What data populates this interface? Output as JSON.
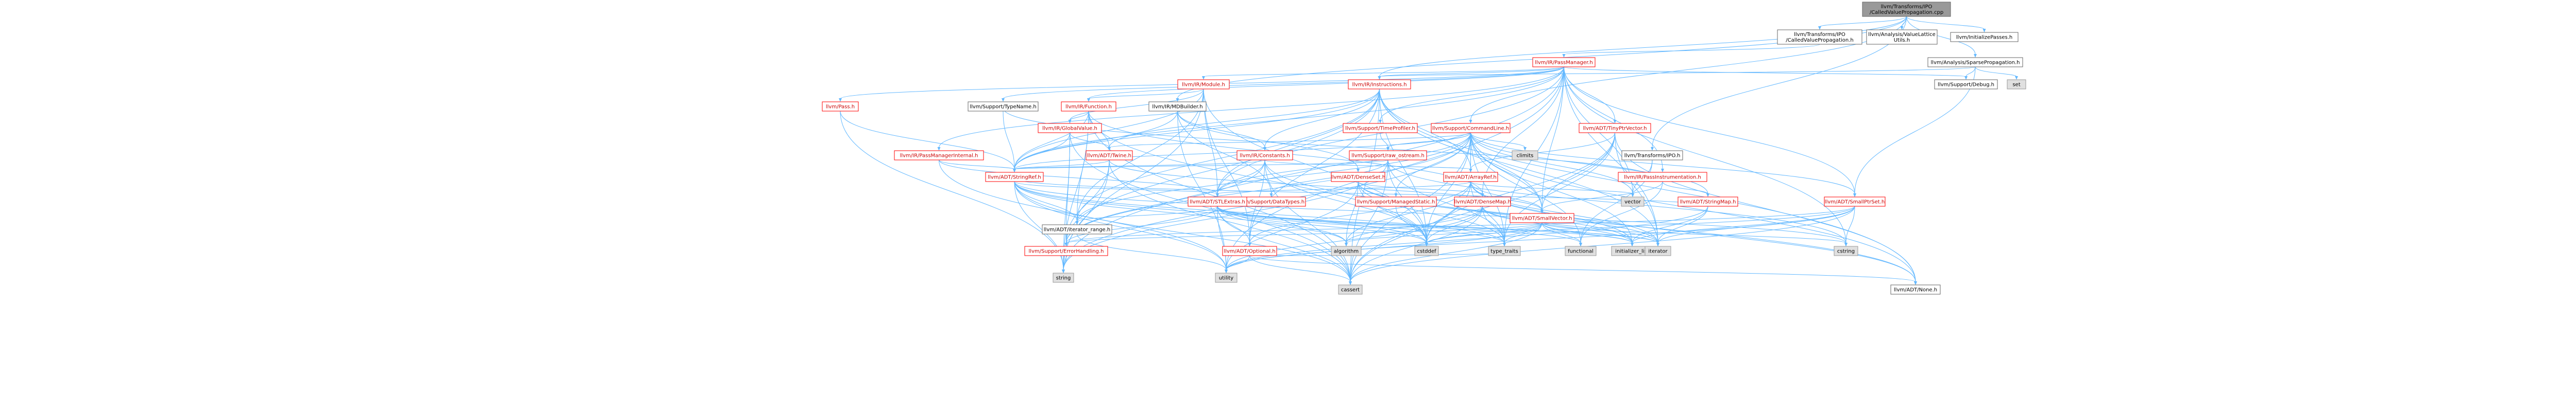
{
  "colors": {
    "root_fill": "#999999",
    "root_text": "#000000",
    "internal_border": "#ff0000",
    "internal_text": "#cc0000",
    "plain_border": "#666666",
    "plain_text": "#000000",
    "system_fill": "#e0e0e0",
    "system_border": "#999999",
    "edge": "#63b8ff",
    "edge_alt": "#4a5c7a"
  },
  "nodes": [
    {
      "id": "root",
      "label": [
        "llvm/Transforms/IPO",
        "/CalledValuePropagation.cpp"
      ],
      "kind": "root"
    },
    {
      "id": "cvph",
      "label": [
        "llvm/Transforms/IPO",
        "/CalledValuePropagation.h"
      ],
      "kind": "plain"
    },
    {
      "id": "valuelattice",
      "label": [
        "llvm/Analysis/ValueLattice",
        "Utils.h"
      ],
      "kind": "plain"
    },
    {
      "id": "initpasses",
      "label": [
        "llvm/InitializePasses.h"
      ],
      "kind": "plain"
    },
    {
      "id": "sparseprop",
      "label": [
        "llvm/Analysis/SparsePropagation.h"
      ],
      "kind": "plain"
    },
    {
      "id": "passmanager",
      "label": [
        "llvm/IR/PassManager.h"
      ],
      "kind": "internal"
    },
    {
      "id": "module",
      "label": [
        "llvm/IR/Module.h"
      ],
      "kind": "internal"
    },
    {
      "id": "instructions",
      "label": [
        "llvm/IR/Instructions.h"
      ],
      "kind": "internal"
    },
    {
      "id": "debug",
      "label": [
        "llvm/Support/Debug.h"
      ],
      "kind": "plain"
    },
    {
      "id": "set",
      "label": [
        "set"
      ],
      "kind": "system"
    },
    {
      "id": "pass",
      "label": [
        "llvm/Pass.h"
      ],
      "kind": "internal"
    },
    {
      "id": "typename",
      "label": [
        "llvm/Support/TypeName.h"
      ],
      "kind": "plain"
    },
    {
      "id": "function",
      "label": [
        "llvm/IR/Function.h"
      ],
      "kind": "internal"
    },
    {
      "id": "mdbuilder",
      "label": [
        "llvm/IR/MDBuilder.h"
      ],
      "kind": "plain"
    },
    {
      "id": "globalvalue",
      "label": [
        "llvm/IR/GlobalValue.h"
      ],
      "kind": "internal"
    },
    {
      "id": "pmi",
      "label": [
        "llvm/IR/PassManagerInternal.h"
      ],
      "kind": "internal"
    },
    {
      "id": "twine",
      "label": [
        "llvm/ADT/Twine.h"
      ],
      "kind": "internal"
    },
    {
      "id": "constants",
      "label": [
        "llvm/IR/Constants.h"
      ],
      "kind": "internal"
    },
    {
      "id": "timeprofiler",
      "label": [
        "llvm/Support/TimeProfiler.h"
      ],
      "kind": "internal"
    },
    {
      "id": "commandline",
      "label": [
        "llvm/Support/CommandLine.h"
      ],
      "kind": "internal"
    },
    {
      "id": "tinyptrvector",
      "label": [
        "llvm/ADT/TinyPtrVector.h"
      ],
      "kind": "internal"
    },
    {
      "id": "climits",
      "label": [
        "climits"
      ],
      "kind": "system"
    },
    {
      "id": "rawostream",
      "label": [
        "llvm/Support/raw_ostream.h"
      ],
      "kind": "internal"
    },
    {
      "id": "passinstr",
      "label": [
        "llvm/IR/PassInstrumentation.h"
      ],
      "kind": "internal"
    },
    {
      "id": "transformsipo",
      "label": [
        "llvm/Transforms/IPO.h"
      ],
      "kind": "plain"
    },
    {
      "id": "densemap",
      "label": [
        "llvm/ADT/DenseMap.h"
      ],
      "kind": "internal"
    },
    {
      "id": "stringref",
      "label": [
        "llvm/ADT/StringRef.h"
      ],
      "kind": "internal"
    },
    {
      "id": "densetset",
      "label": [
        "llvm/ADT/DenseSet.h"
      ],
      "kind": "internal"
    },
    {
      "id": "managedstatic",
      "label": [
        "llvm/Support/ManagedStatic.h"
      ],
      "kind": "internal"
    },
    {
      "id": "datatypes",
      "label": [
        "llvm/Support/DataTypes.h"
      ],
      "kind": "internal"
    },
    {
      "id": "arrayref",
      "label": [
        "llvm/ADT/ArrayRef.h"
      ],
      "kind": "internal"
    },
    {
      "id": "vector",
      "label": [
        "vector"
      ],
      "kind": "system"
    },
    {
      "id": "smallptrset",
      "label": [
        "llvm/ADT/SmallPtrSet.h"
      ],
      "kind": "internal"
    },
    {
      "id": "stringmap",
      "label": [
        "llvm/ADT/StringMap.h"
      ],
      "kind": "internal"
    },
    {
      "id": "stlextras",
      "label": [
        "llvm/ADT/STLExtras.h"
      ],
      "kind": "internal"
    },
    {
      "id": "smallvector",
      "label": [
        "llvm/ADT/SmallVector.h"
      ],
      "kind": "internal"
    },
    {
      "id": "iteratorrange",
      "label": [
        "llvm/ADT/iterator_range.h"
      ],
      "kind": "plain"
    },
    {
      "id": "errorhandling",
      "label": [
        "llvm/Support/ErrorHandling.h"
      ],
      "kind": "internal"
    },
    {
      "id": "optional",
      "label": [
        "llvm/ADT/Optional.h"
      ],
      "kind": "internal"
    },
    {
      "id": "algorithm",
      "label": [
        "algorithm"
      ],
      "kind": "system"
    },
    {
      "id": "cstddef",
      "label": [
        "cstddef"
      ],
      "kind": "system"
    },
    {
      "id": "typetraits",
      "label": [
        "type_traits"
      ],
      "kind": "system"
    },
    {
      "id": "functional",
      "label": [
        "functional"
      ],
      "kind": "system"
    },
    {
      "id": "initlist",
      "label": [
        "initializer_list"
      ],
      "kind": "system"
    },
    {
      "id": "iterator",
      "label": [
        "iterator"
      ],
      "kind": "system"
    },
    {
      "id": "cstring",
      "label": [
        "cstring"
      ],
      "kind": "system"
    },
    {
      "id": "string",
      "label": [
        "string"
      ],
      "kind": "system"
    },
    {
      "id": "utility",
      "label": [
        "utility"
      ],
      "kind": "system"
    },
    {
      "id": "cassert",
      "label": [
        "cassert"
      ],
      "kind": "system"
    },
    {
      "id": "none",
      "label": [
        "llvm/ADT/None.h"
      ],
      "kind": "plain"
    }
  ],
  "edges": [
    [
      "root",
      "cvph"
    ],
    [
      "root",
      "valuelattice"
    ],
    [
      "root",
      "initpasses"
    ],
    [
      "root",
      "sparseprop"
    ],
    [
      "root",
      "instructions"
    ],
    [
      "root",
      "mdbuilder"
    ],
    [
      "root",
      "transformsipo"
    ],
    [
      "root",
      "commandline"
    ],
    [
      "cvph",
      "passmanager"
    ],
    [
      "sparseprop",
      "debug"
    ],
    [
      "sparseprop",
      "set"
    ],
    [
      "sparseprop",
      "smallptrset"
    ],
    [
      "sparseprop",
      "instructions"
    ],
    [
      "passmanager",
      "module"
    ],
    [
      "passmanager",
      "instructions"
    ],
    [
      "passmanager",
      "debug"
    ],
    [
      "passmanager",
      "pass"
    ],
    [
      "passmanager",
      "typename"
    ],
    [
      "passmanager",
      "function"
    ],
    [
      "passmanager",
      "pmi"
    ],
    [
      "passmanager",
      "timeprofiler"
    ],
    [
      "passmanager",
      "tinyptrvector"
    ],
    [
      "passmanager",
      "passinstr"
    ],
    [
      "passmanager",
      "densemap"
    ],
    [
      "passmanager",
      "stringref"
    ],
    [
      "passmanager",
      "smallptrset"
    ],
    [
      "passmanager",
      "stlextras"
    ],
    [
      "passmanager",
      "smallvector"
    ],
    [
      "passmanager",
      "cstring"
    ],
    [
      "passmanager",
      "iterator"
    ],
    [
      "passmanager",
      "vector"
    ],
    [
      "passmanager",
      "list"
    ],
    [
      "passmanager",
      "memory"
    ],
    [
      "passmanager",
      "typetraits"
    ],
    [
      "passmanager",
      "utility"
    ],
    [
      "passmanager",
      "string"
    ],
    [
      "module",
      "function"
    ],
    [
      "module",
      "globalvalue"
    ],
    [
      "module",
      "stringref"
    ],
    [
      "module",
      "stlextras"
    ],
    [
      "module",
      "iteratorrange"
    ],
    [
      "module",
      "cstddef"
    ],
    [
      "module",
      "string"
    ],
    [
      "module",
      "optional"
    ],
    [
      "instructions",
      "arrayref"
    ],
    [
      "instructions",
      "none"
    ],
    [
      "instructions",
      "stlextras"
    ],
    [
      "instructions",
      "smallvector"
    ],
    [
      "instructions",
      "twine"
    ],
    [
      "instructions",
      "iteratorrange"
    ],
    [
      "instructions",
      "cassert"
    ],
    [
      "instructions",
      "cstddef"
    ],
    [
      "instructions",
      "cstdint"
    ],
    [
      "instructions",
      "iterator"
    ],
    [
      "instructions",
      "constants"
    ],
    [
      "instructions",
      "errorhandling"
    ],
    [
      "instructions",
      "optional"
    ],
    [
      "instructions",
      "stringref"
    ],
    [
      "pass",
      "string"
    ],
    [
      "pass",
      "stringref"
    ],
    [
      "typename",
      "stringref"
    ],
    [
      "function",
      "globalvalue"
    ],
    [
      "function",
      "twine"
    ],
    [
      "function",
      "densemap"
    ],
    [
      "function",
      "stringref"
    ],
    [
      "function",
      "iteratorrange"
    ],
    [
      "function",
      "cstddef"
    ],
    [
      "function",
      "cassert"
    ],
    [
      "function",
      "string"
    ],
    [
      "mdbuilder",
      "densetset"
    ],
    [
      "mdbuilder",
      "stringref"
    ],
    [
      "mdbuilder",
      "constants"
    ],
    [
      "mdbuilder",
      "utility"
    ],
    [
      "mdbuilder",
      "datatypes"
    ],
    [
      "globalvalue",
      "twine"
    ],
    [
      "globalvalue",
      "stringref"
    ],
    [
      "globalvalue",
      "errorhandling"
    ],
    [
      "globalvalue",
      "cassert"
    ],
    [
      "globalvalue",
      "string"
    ],
    [
      "pmi",
      "stlextras"
    ],
    [
      "pmi",
      "stringref"
    ],
    [
      "pmi",
      "utility"
    ],
    [
      "twine",
      "smallvector"
    ],
    [
      "twine",
      "stringref"
    ],
    [
      "twine",
      "errorhandling"
    ],
    [
      "twine",
      "cassert"
    ],
    [
      "twine",
      "string"
    ],
    [
      "twine",
      "cstdint"
    ],
    [
      "constants",
      "arrayref"
    ],
    [
      "constants",
      "stringref"
    ],
    [
      "constants",
      "none"
    ],
    [
      "constants",
      "optional"
    ],
    [
      "constants",
      "stlextras"
    ],
    [
      "constants",
      "cassert"
    ],
    [
      "constants",
      "cstddef"
    ],
    [
      "constants",
      "errorhandling"
    ],
    [
      "timeprofiler",
      "rawostream"
    ],
    [
      "commandline",
      "arrayref"
    ],
    [
      "commandline",
      "stlextras"
    ],
    [
      "commandline",
      "smallptrset"
    ],
    [
      "commandline",
      "smallvector"
    ],
    [
      "commandline",
      "stringmap"
    ],
    [
      "commandline",
      "stringref"
    ],
    [
      "commandline",
      "twine"
    ],
    [
      "commandline",
      "iteratorrange"
    ],
    [
      "commandline",
      "managedstatic"
    ],
    [
      "commandline",
      "errorhandling"
    ],
    [
      "commandline",
      "rawostream"
    ],
    [
      "commandline",
      "cassert"
    ],
    [
      "commandline",
      "climits"
    ],
    [
      "commandline",
      "cstddef"
    ],
    [
      "commandline",
      "functional"
    ],
    [
      "commandline",
      "initlist"
    ],
    [
      "commandline",
      "string"
    ],
    [
      "commandline",
      "typetraits"
    ],
    [
      "commandline",
      "vector"
    ],
    [
      "commandline",
      "none"
    ],
    [
      "tinyptrvector",
      "arrayref"
    ],
    [
      "tinyptrvector",
      "none"
    ],
    [
      "tinyptrvector",
      "smallvector"
    ],
    [
      "tinyptrvector",
      "cassert"
    ],
    [
      "tinyptrvector",
      "cstddef"
    ],
    [
      "tinyptrvector",
      "iterator"
    ],
    [
      "tinyptrvector",
      "typetraits"
    ],
    [
      "rawostream",
      "stringref"
    ],
    [
      "rawostream",
      "datatypes"
    ],
    [
      "rawostream",
      "cassert"
    ],
    [
      "rawostream",
      "cstddef"
    ],
    [
      "rawostream",
      "cstring"
    ],
    [
      "rawostream",
      "string"
    ],
    [
      "rawostream",
      "typetraits"
    ],
    [
      "passinstr",
      "any"
    ],
    [
      "passinstr",
      "functional"
    ],
    [
      "passinstr",
      "typename"
    ],
    [
      "passinstr",
      "stringmap"
    ],
    [
      "passinstr",
      "smallvector"
    ],
    [
      "transformsipo",
      "functional"
    ],
    [
      "transformsipo",
      "memory"
    ],
    [
      "transformsipo",
      "vector"
    ],
    [
      "densemap",
      "typetraits"
    ],
    [
      "densemap",
      "iterator"
    ],
    [
      "densemap",
      "initlist"
    ],
    [
      "densemap",
      "cassert"
    ],
    [
      "densemap",
      "cstddef"
    ],
    [
      "densemap",
      "utility"
    ],
    [
      "densemap",
      "algorithm"
    ],
    [
      "stringref",
      "stlextras"
    ],
    [
      "stringref",
      "iteratorrange"
    ],
    [
      "stringref",
      "algorithm"
    ],
    [
      "stringref",
      "cassert"
    ],
    [
      "stringref",
      "cstddef"
    ],
    [
      "stringref",
      "cstring"
    ],
    [
      "stringref",
      "limits"
    ],
    [
      "stringref",
      "string"
    ],
    [
      "stringref",
      "typetraits"
    ],
    [
      "stringref",
      "utility"
    ],
    [
      "densetset",
      "densemap"
    ],
    [
      "densetset",
      "typetraits"
    ],
    [
      "densetset",
      "cstddef"
    ],
    [
      "densetset",
      "algorithm"
    ],
    [
      "densetset",
      "iterator"
    ],
    [
      "densetset",
      "initlist"
    ],
    [
      "densetset",
      "utility"
    ],
    [
      "arrayref",
      "none"
    ],
    [
      "arrayref",
      "smallvector"
    ],
    [
      "arrayref",
      "stlextras"
    ],
    [
      "arrayref",
      "algorithm"
    ],
    [
      "arrayref",
      "cassert"
    ],
    [
      "arrayref",
      "cstddef"
    ],
    [
      "arrayref",
      "initlist"
    ],
    [
      "arrayref",
      "iterator"
    ],
    [
      "arrayref",
      "memory"
    ],
    [
      "arrayref",
      "typetraits"
    ],
    [
      "arrayref",
      "vector"
    ],
    [
      "arrayref",
      "optional"
    ],
    [
      "smallptrset",
      "errorhandling"
    ],
    [
      "smallptrset",
      "cassert"
    ],
    [
      "smallptrset",
      "cstddef"
    ],
    [
      "smallptrset",
      "cstring"
    ],
    [
      "smallptrset",
      "cstdlib"
    ],
    [
      "smallptrset",
      "initlist"
    ],
    [
      "smallptrset",
      "iterator"
    ],
    [
      "smallptrset",
      "utility"
    ],
    [
      "stringmap",
      "stringref"
    ],
    [
      "stringmap",
      "iterator"
    ],
    [
      "stringmap",
      "cstdint"
    ],
    [
      "stringmap",
      "initlist"
    ],
    [
      "stringmap",
      "utility"
    ],
    [
      "stlextras",
      "optional"
    ],
    [
      "stlextras",
      "iteratorrange"
    ],
    [
      "stlextras",
      "errorhandling"
    ],
    [
      "stlextras",
      "algorithm"
    ],
    [
      "stlextras",
      "cassert"
    ],
    [
      "stlextras",
      "cstddef"
    ],
    [
      "stlextras",
      "functional"
    ],
    [
      "stlextras",
      "initlist"
    ],
    [
      "stlextras",
      "iterator"
    ],
    [
      "stlextras",
      "typetraits"
    ],
    [
      "stlextras",
      "utility"
    ],
    [
      "smallvector",
      "errorhandling"
    ],
    [
      "smallvector",
      "algorithm"
    ],
    [
      "smallvector",
      "cassert"
    ],
    [
      "smallvector",
      "cstddef"
    ],
    [
      "smallvector",
      "cstdlib"
    ],
    [
      "smallvector",
      "cstring"
    ],
    [
      "smallvector",
      "functional"
    ],
    [
      "smallvector",
      "initlist"
    ],
    [
      "smallvector",
      "iterator"
    ],
    [
      "smallvector",
      "limits"
    ],
    [
      "smallvector",
      "typetraits"
    ],
    [
      "smallvector",
      "utility"
    ],
    [
      "iteratorrange",
      "utility"
    ],
    [
      "optional",
      "none"
    ],
    [
      "optional",
      "cassert"
    ],
    [
      "optional",
      "utility"
    ],
    [
      "optional",
      "typetraits"
    ],
    [
      "optional",
      "new"
    ],
    [
      "managedstatic",
      "atomic"
    ],
    [
      "managedstatic",
      "cstddef"
    ],
    [
      "errorhandling",
      "string"
    ]
  ]
}
